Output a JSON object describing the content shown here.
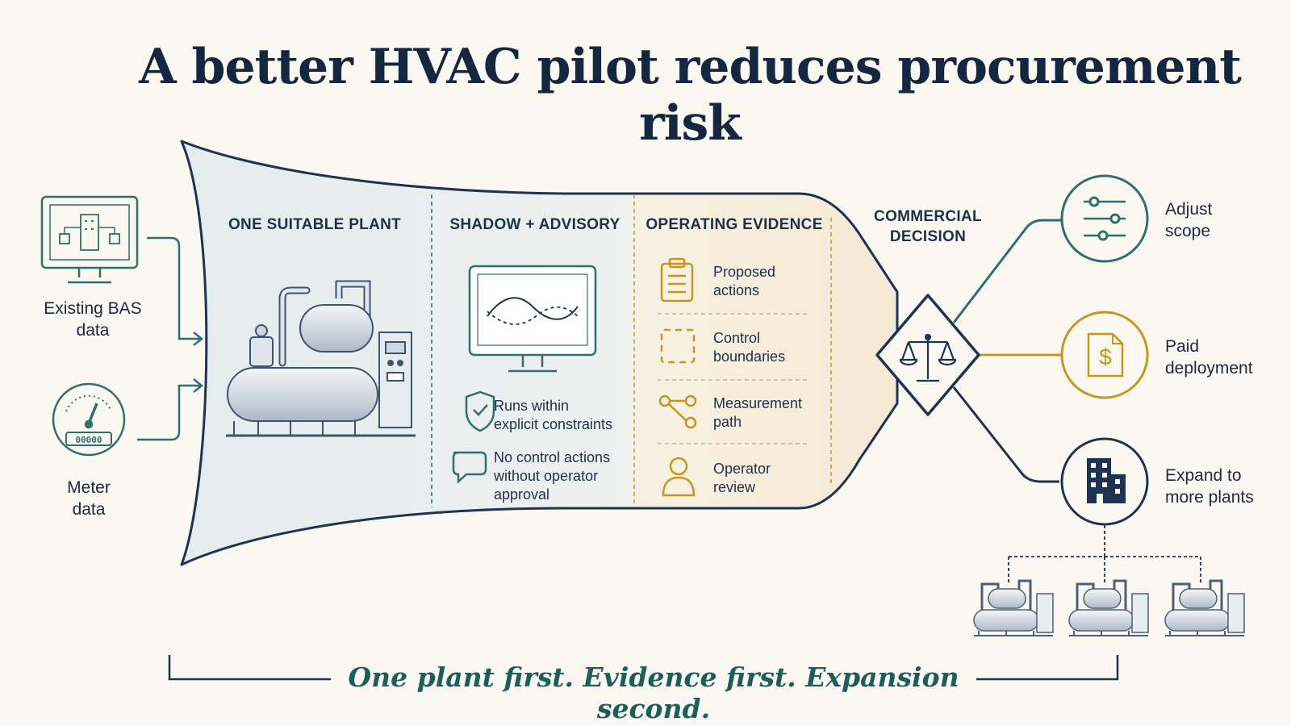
{
  "title": "A better HVAC pilot reduces procurement risk",
  "inputs": {
    "bas": {
      "line1": "Existing BAS",
      "line2": "data",
      "icon": "monitor-building-icon"
    },
    "meter": {
      "line1": "Meter",
      "line2": "data",
      "icon": "gauge-meter-icon",
      "readout": "00000"
    }
  },
  "stages": {
    "plant": {
      "header": "ONE SUITABLE PLANT",
      "icon": "chiller-plant-icon"
    },
    "shadow": {
      "header": "SHADOW + ADVISORY",
      "items": [
        {
          "line1": "Runs within",
          "line2": "explicit constraints",
          "icon": "shield-check-icon"
        },
        {
          "line1": "No control actions",
          "line2": "without operator",
          "line3": "approval",
          "icon": "speech-bubble-icon"
        }
      ]
    },
    "evidence": {
      "header": "OPERATING EVIDENCE",
      "items": [
        {
          "line1": "Proposed",
          "line2": "actions",
          "icon": "clipboard-icon"
        },
        {
          "line1": "Control",
          "line2": "boundaries",
          "icon": "dashed-square-icon"
        },
        {
          "line1": "Measurement",
          "line2": "path",
          "icon": "path-nodes-icon"
        },
        {
          "line1": "Operator",
          "line2": "review",
          "icon": "person-icon"
        }
      ]
    }
  },
  "decision": {
    "line1": "COMMERCIAL",
    "line2": "DECISION",
    "icon": "balance-scale-icon"
  },
  "outcomes": [
    {
      "line1": "Adjust",
      "line2": "scope",
      "icon": "sliders-icon",
      "color": "#2f6f6c"
    },
    {
      "line1": "Paid",
      "line2": "deployment",
      "icon": "dollar-document-icon",
      "color": "#c8961e"
    },
    {
      "line1": "Expand to",
      "line2": "more plants",
      "icon": "office-building-icon",
      "color": "#1e3354"
    }
  ],
  "tagline": "One plant first. Evidence first. Expansion second.",
  "colors": {
    "navy": "#1a2a44",
    "teal": "#2f6f6c",
    "gold": "#c8961e",
    "background": "#fbf8f1"
  }
}
